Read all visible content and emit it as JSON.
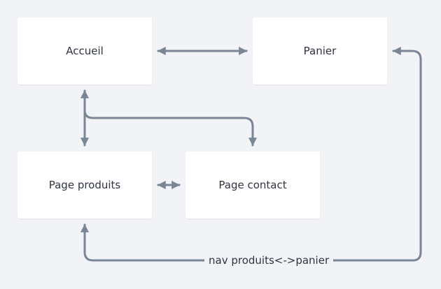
{
  "diagram": {
    "nodes": {
      "accueil": "Accueil",
      "panier": "Panier",
      "produits": "Page produits",
      "contact": "Page contact"
    },
    "edges": [
      {
        "from": "Accueil",
        "to": "Panier",
        "direction": "both",
        "label": ""
      },
      {
        "from": "Accueil",
        "to": "Page produits",
        "direction": "both",
        "label": ""
      },
      {
        "from": "Accueil",
        "to": "Page contact",
        "direction": "both",
        "label": ""
      },
      {
        "from": "Page produits",
        "to": "Page contact",
        "direction": "both",
        "label": ""
      },
      {
        "from": "Page produits",
        "to": "Panier",
        "direction": "both",
        "label": "nav produits<->panier"
      }
    ],
    "edge_color": "#7a8696"
  }
}
